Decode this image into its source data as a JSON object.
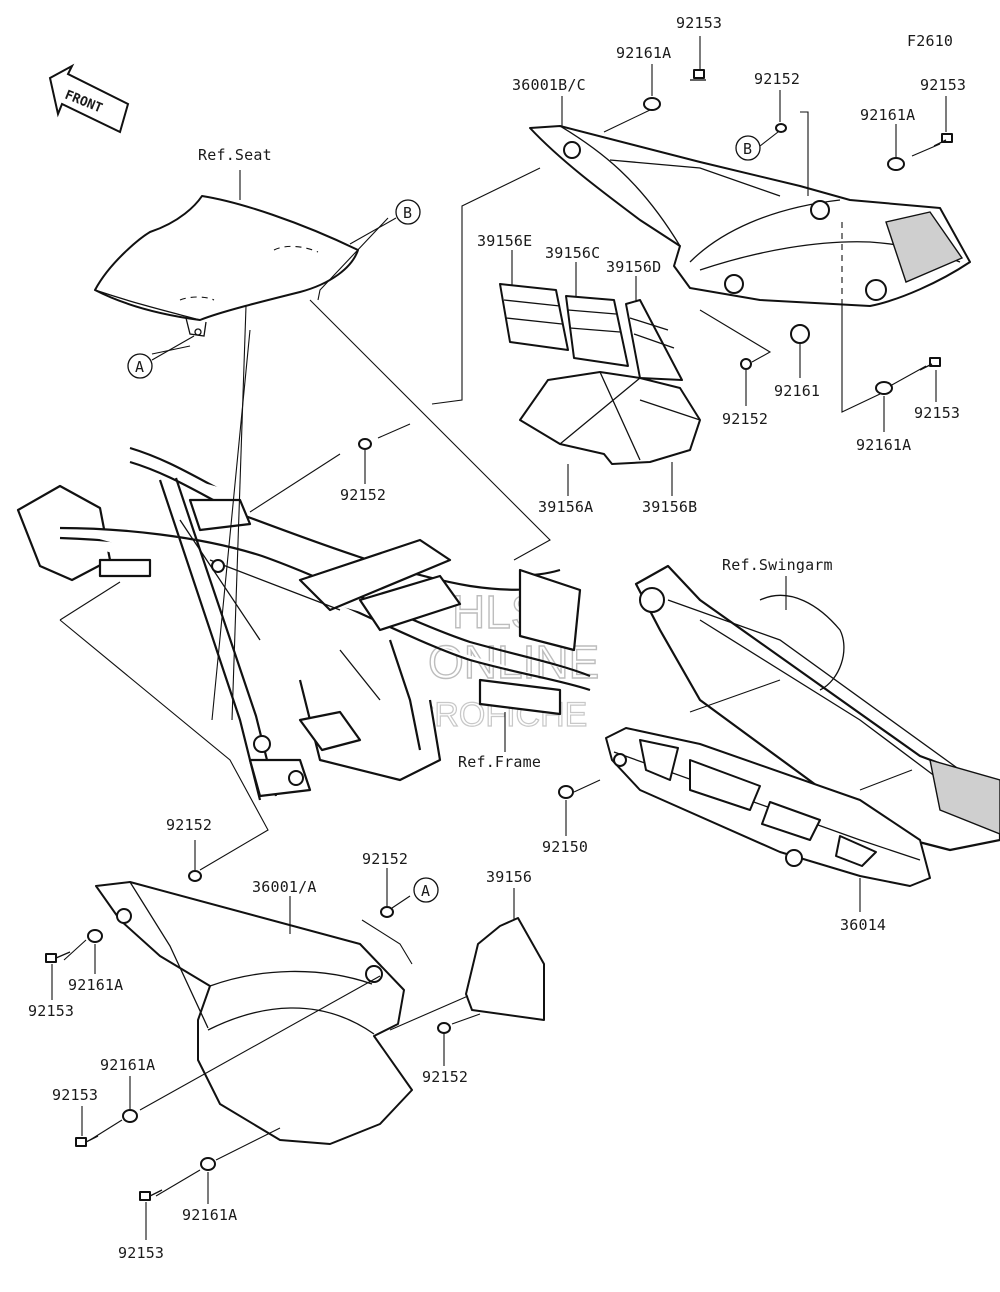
{
  "figure_code": "F2610",
  "front_arrow_label": "FRONT",
  "watermark": {
    "line1": "HLSM",
    "line2": "ONLINE",
    "line3": "MICROFICHE"
  },
  "references": {
    "seat": "Ref.Seat",
    "frame": "Ref.Frame",
    "swingarm": "Ref.Swingarm"
  },
  "callouts": {
    "a": "A",
    "b": "B"
  },
  "parts": {
    "p92153_top": "92153",
    "p92161a_top": "92161A",
    "p36001bc": "36001B/C",
    "p92152_top": "92152",
    "p92153_topright": "92153",
    "p92161a_topright": "92161A",
    "p39156e": "39156E",
    "p39156c": "39156C",
    "p39156d": "39156D",
    "p92161_right": "92161",
    "p92152_right": "92152",
    "p92153_right": "92153",
    "p92161a_right": "92161A",
    "p39156a": "39156A",
    "p39156b": "39156B",
    "p92152_mid": "92152",
    "p92150": "92150",
    "p36014": "36014",
    "p92152_lowleft": "92152",
    "p36001a": "36001/A",
    "p92152_lowmid": "92152",
    "p39156": "39156",
    "p92161a_lowleft": "92161A",
    "p92153_lowleft": "92153",
    "p92152_lowright": "92152",
    "p92161a_bottom1": "92161A",
    "p92153_bottom1": "92153",
    "p92161a_bottom2": "92161A",
    "p92153_bottom2": "92153"
  }
}
